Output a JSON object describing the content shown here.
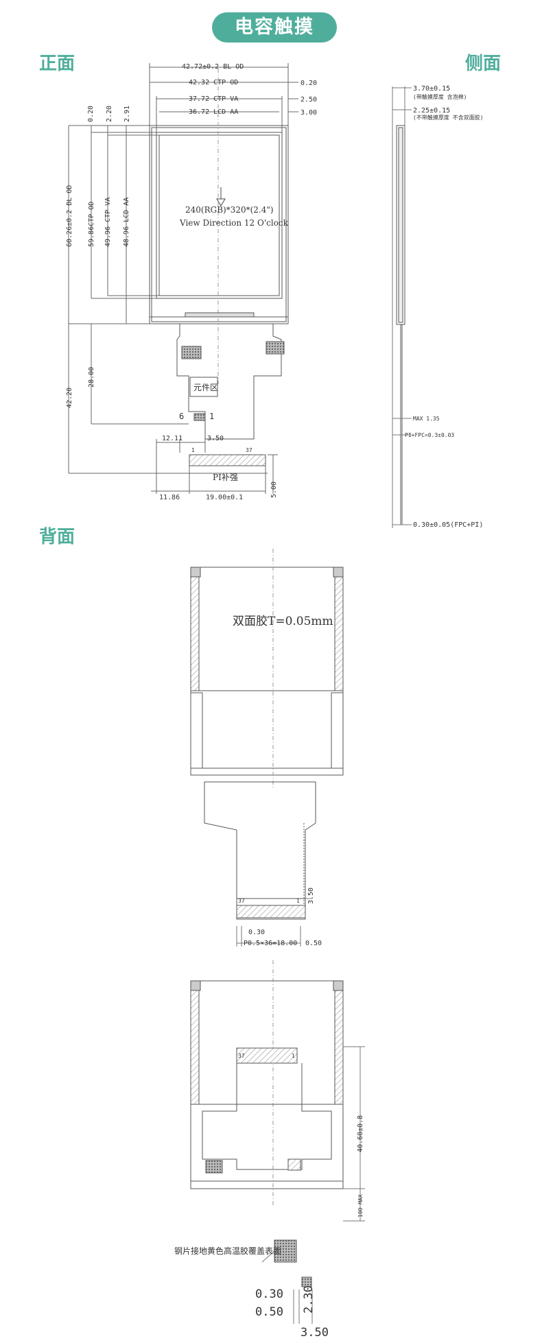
{
  "header": {
    "title": "电容触摸"
  },
  "sections": {
    "front": "正面",
    "side": "侧面",
    "back": "背面"
  },
  "front": {
    "dim_bl_od_w": "42.72±0.2 BL OD",
    "dim_ctp_od_w": "42.32 CTP OD",
    "dim_ctp_va_w": "37.72 CTP VA",
    "dim_lcd_aa_w": "36.72 LCD AA",
    "dim_right_1": "0.20",
    "dim_right_2": "2.50",
    "dim_right_3": "3.00",
    "dim_top_1": "0.20",
    "dim_top_2": "2.20",
    "dim_top_3": "2.91",
    "dim_bl_od_h": "60.26±0.2 BL OD",
    "dim_ctp_od_h": "59.86CTP OD",
    "dim_ctp_va_h": "49.96 CTP VA",
    "dim_lcd_aa_h": "48.96 LCD AA",
    "dim_28": "28.00",
    "dim_42": "42.20",
    "dim_12": "12.11",
    "dim_350": "3.50",
    "dim_1186": "11.86",
    "dim_1900": "19.00±0.1",
    "dim_500": "5.00",
    "resolution": "240(RGB)*320*(2.4\")",
    "view_dir": "View Direction 12 O'clock",
    "pin_6": "6",
    "pin_1": "1",
    "pin_1b": "1",
    "pin_37": "37",
    "component_area": "元件区",
    "pi_stiffener": "PI补强"
  },
  "side": {
    "dim_370": "3.70±0.15",
    "note_1": "(带触摸厚度 含泡棉)",
    "dim_225": "2.25±0.15",
    "note_2": "(不带触摸厚度 不含双面胶)",
    "max": "MAX 1.35",
    "pi_fpc": "PI+FPC=0.3±0.03",
    "thick": "0.30±0.05(FPC+PI)"
  },
  "back": {
    "tape": "双面胶T=0.05mm",
    "pin_37": "37",
    "pin_1": "1",
    "dim_350": "3.50",
    "dim_030": "0.30",
    "pitch": "P0.5×36=18.00",
    "dim_050": "0.50"
  },
  "bottom": {
    "pin_37": "37",
    "pin_1": "1",
    "dim_4060": "40.60±0.8",
    "max": "100 MAX",
    "steel_note": "钢片接地黄色高温胶覆盖表面",
    "dim_030": "0.30",
    "dim_050": "0.50",
    "dim_230": "2.30",
    "dim_350": "3.50"
  }
}
